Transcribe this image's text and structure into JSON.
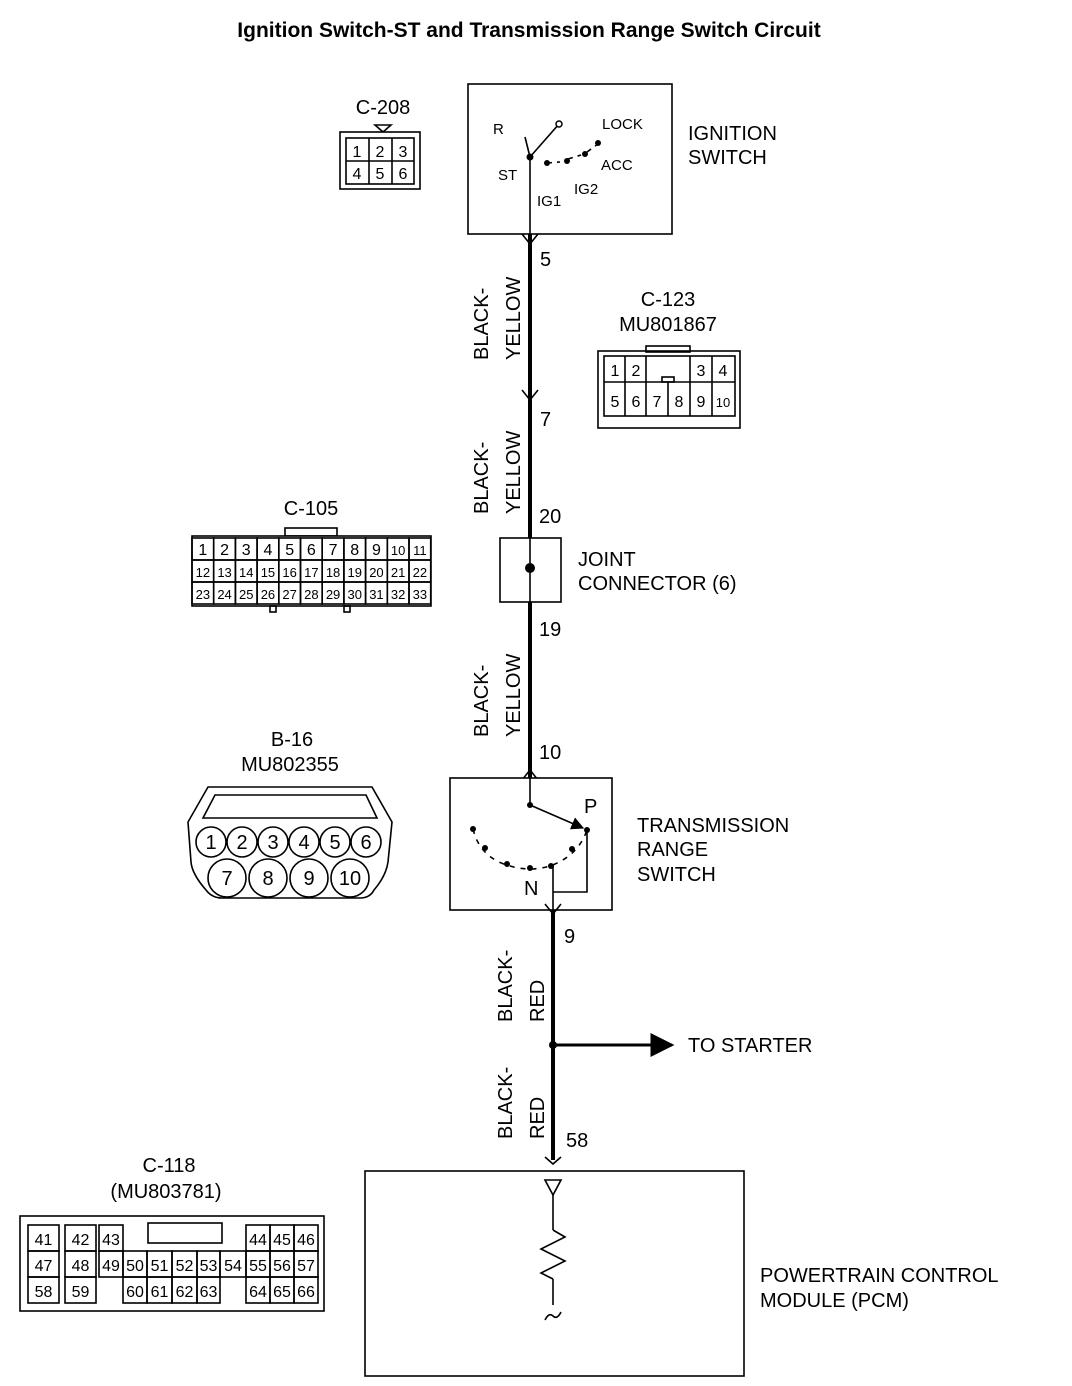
{
  "title": "Ignition Switch-ST and Transmission Range Switch Circuit",
  "ignition_switch": {
    "name_line1": "IGNITION",
    "name_line2": "SWITCH",
    "positions": {
      "r": "R",
      "lock": "LOCK",
      "st": "ST",
      "acc": "ACC",
      "ig2": "IG2",
      "ig1": "IG1"
    }
  },
  "joint_connector": {
    "line1": "JOINT",
    "line2": "CONNECTOR (6)"
  },
  "tr_switch": {
    "name_line1": "TRANSMISSION",
    "name_line2": "RANGE",
    "name_line3": "SWITCH",
    "pos_p": "P",
    "pos_n": "N"
  },
  "pcm": {
    "line1": "POWERTRAIN CONTROL",
    "line2": "MODULE (PCM)"
  },
  "to_starter": "TO STARTER",
  "pins": {
    "p5": "5",
    "p7": "7",
    "p20": "20",
    "p19": "19",
    "p10": "10",
    "p9": "9",
    "p58": "58"
  },
  "wires": {
    "w1": [
      "BLACK-",
      "YELLOW"
    ],
    "w2": [
      "BLACK-",
      "YELLOW"
    ],
    "w3": [
      "BLACK-",
      "YELLOW"
    ],
    "w4": [
      "BLACK-",
      "RED"
    ],
    "w5": [
      "BLACK-",
      "RED"
    ]
  },
  "connectors": {
    "c208": {
      "name": "C-208",
      "rows": [
        [
          "1",
          "2",
          "3"
        ],
        [
          "4",
          "5",
          "6"
        ]
      ]
    },
    "c123": {
      "name": "C-123",
      "part": "MU801867",
      "row1": [
        "1",
        "2",
        "3",
        "4"
      ],
      "row2": [
        "5",
        "6",
        "7",
        "8",
        "9",
        "10"
      ]
    },
    "c105": {
      "name": "C-105",
      "rows": [
        [
          "1",
          "2",
          "3",
          "4",
          "5",
          "6",
          "7",
          "8",
          "9",
          "10",
          "11"
        ],
        [
          "12",
          "13",
          "14",
          "15",
          "16",
          "17",
          "18",
          "19",
          "20",
          "21",
          "22"
        ],
        [
          "23",
          "24",
          "25",
          "26",
          "27",
          "28",
          "29",
          "30",
          "31",
          "32",
          "33"
        ]
      ]
    },
    "b16": {
      "name": "B-16",
      "part": "MU802355",
      "row1": [
        "1",
        "2",
        "3",
        "4",
        "5",
        "6"
      ],
      "row2": [
        "7",
        "8",
        "9",
        "10"
      ]
    },
    "c118": {
      "name": "C-118",
      "part": "(MU803781)",
      "row1_left": [
        "41",
        "42",
        "43"
      ],
      "row1_right": [
        "44",
        "45",
        "46"
      ],
      "row2": [
        "47",
        "48",
        "49",
        "50",
        "51",
        "52",
        "53",
        "54",
        "55",
        "56",
        "57"
      ],
      "row3_left": [
        "58",
        "59"
      ],
      "row3_mid": [
        "60",
        "61",
        "62",
        "63"
      ],
      "row3_right": [
        "64",
        "65",
        "66"
      ]
    }
  }
}
